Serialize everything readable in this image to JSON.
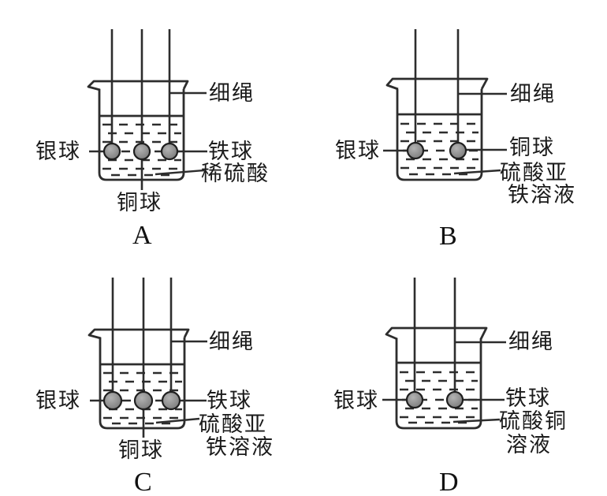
{
  "figure": {
    "description_texts": [],
    "background": "#ffffff"
  },
  "colors": {
    "ink": "#2d2d2d",
    "text": "#1b1b1b",
    "ball_fill_light": "#b3b3b3",
    "ball_fill_dark": "#787878",
    "ball_stroke": "#1f1f1f"
  },
  "diagrams": [
    {
      "id": "A",
      "caption": "A",
      "labels": {
        "string": "细绳",
        "left_ball": "银球",
        "right_ball": "铁球",
        "middle_ball": "铜球",
        "solution_line1": "稀硫酸"
      }
    },
    {
      "id": "B",
      "caption": "B",
      "labels": {
        "string": "细绳",
        "left_ball": "银球",
        "right_ball": "铜球",
        "solution_line1": "硫酸亚",
        "solution_line2": "铁溶液"
      }
    },
    {
      "id": "C",
      "caption": "C",
      "labels": {
        "string": "细绳",
        "left_ball": "银球",
        "right_ball": "铁球",
        "middle_ball": "铜球",
        "solution_line1": "硫酸亚",
        "solution_line2": "铁溶液"
      }
    },
    {
      "id": "D",
      "caption": "D",
      "labels": {
        "string": "细绳",
        "left_ball": "银球",
        "right_ball": "铁球",
        "solution_line1": "硫酸铜",
        "solution_line2": "溶液"
      }
    }
  ]
}
